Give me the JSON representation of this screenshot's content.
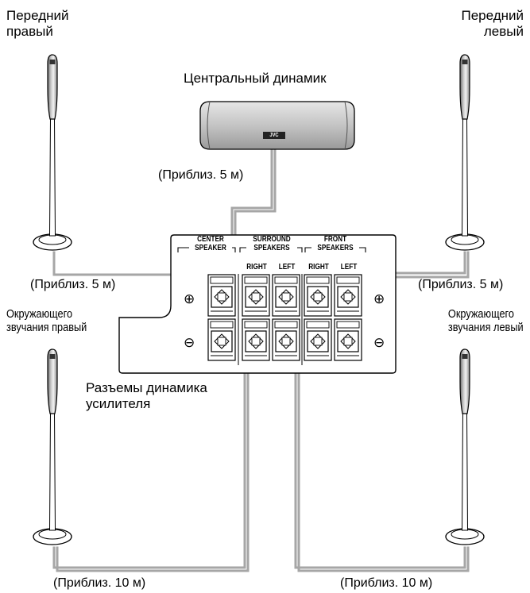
{
  "labels": {
    "front_right": [
      "Передний",
      "правый"
    ],
    "front_left": [
      "Передний",
      "левый"
    ],
    "center": "Центральный динамик",
    "center_distance": "(Приблиз. 5 м)",
    "front_right_distance": "(Приблиз. 5 м)",
    "front_left_distance": "(Приблиз. 5 м)",
    "surround_right": [
      "Окружающего",
      "звучания правый"
    ],
    "surround_left": [
      "Окружающего",
      "звучания левый"
    ],
    "amp_terminals": [
      "Разъемы динамика",
      "усилителя"
    ],
    "surround_right_distance": "(Приблиз. 10 м)",
    "surround_left_distance": "(Приблиз. 10 м)"
  },
  "terminal_panel": {
    "center": [
      "CENTER",
      "SPEAKER"
    ],
    "surround": [
      "SURROUND",
      "SPEAKERS"
    ],
    "front": [
      "FRONT",
      "SPEAKERS"
    ],
    "right": "RIGHT",
    "left": "LEFT",
    "plus": "⊕",
    "minus": "⊖"
  },
  "brand": "JVC",
  "colors": {
    "wire": "#a6a6a6",
    "speaker": "#8f8f8f"
  }
}
